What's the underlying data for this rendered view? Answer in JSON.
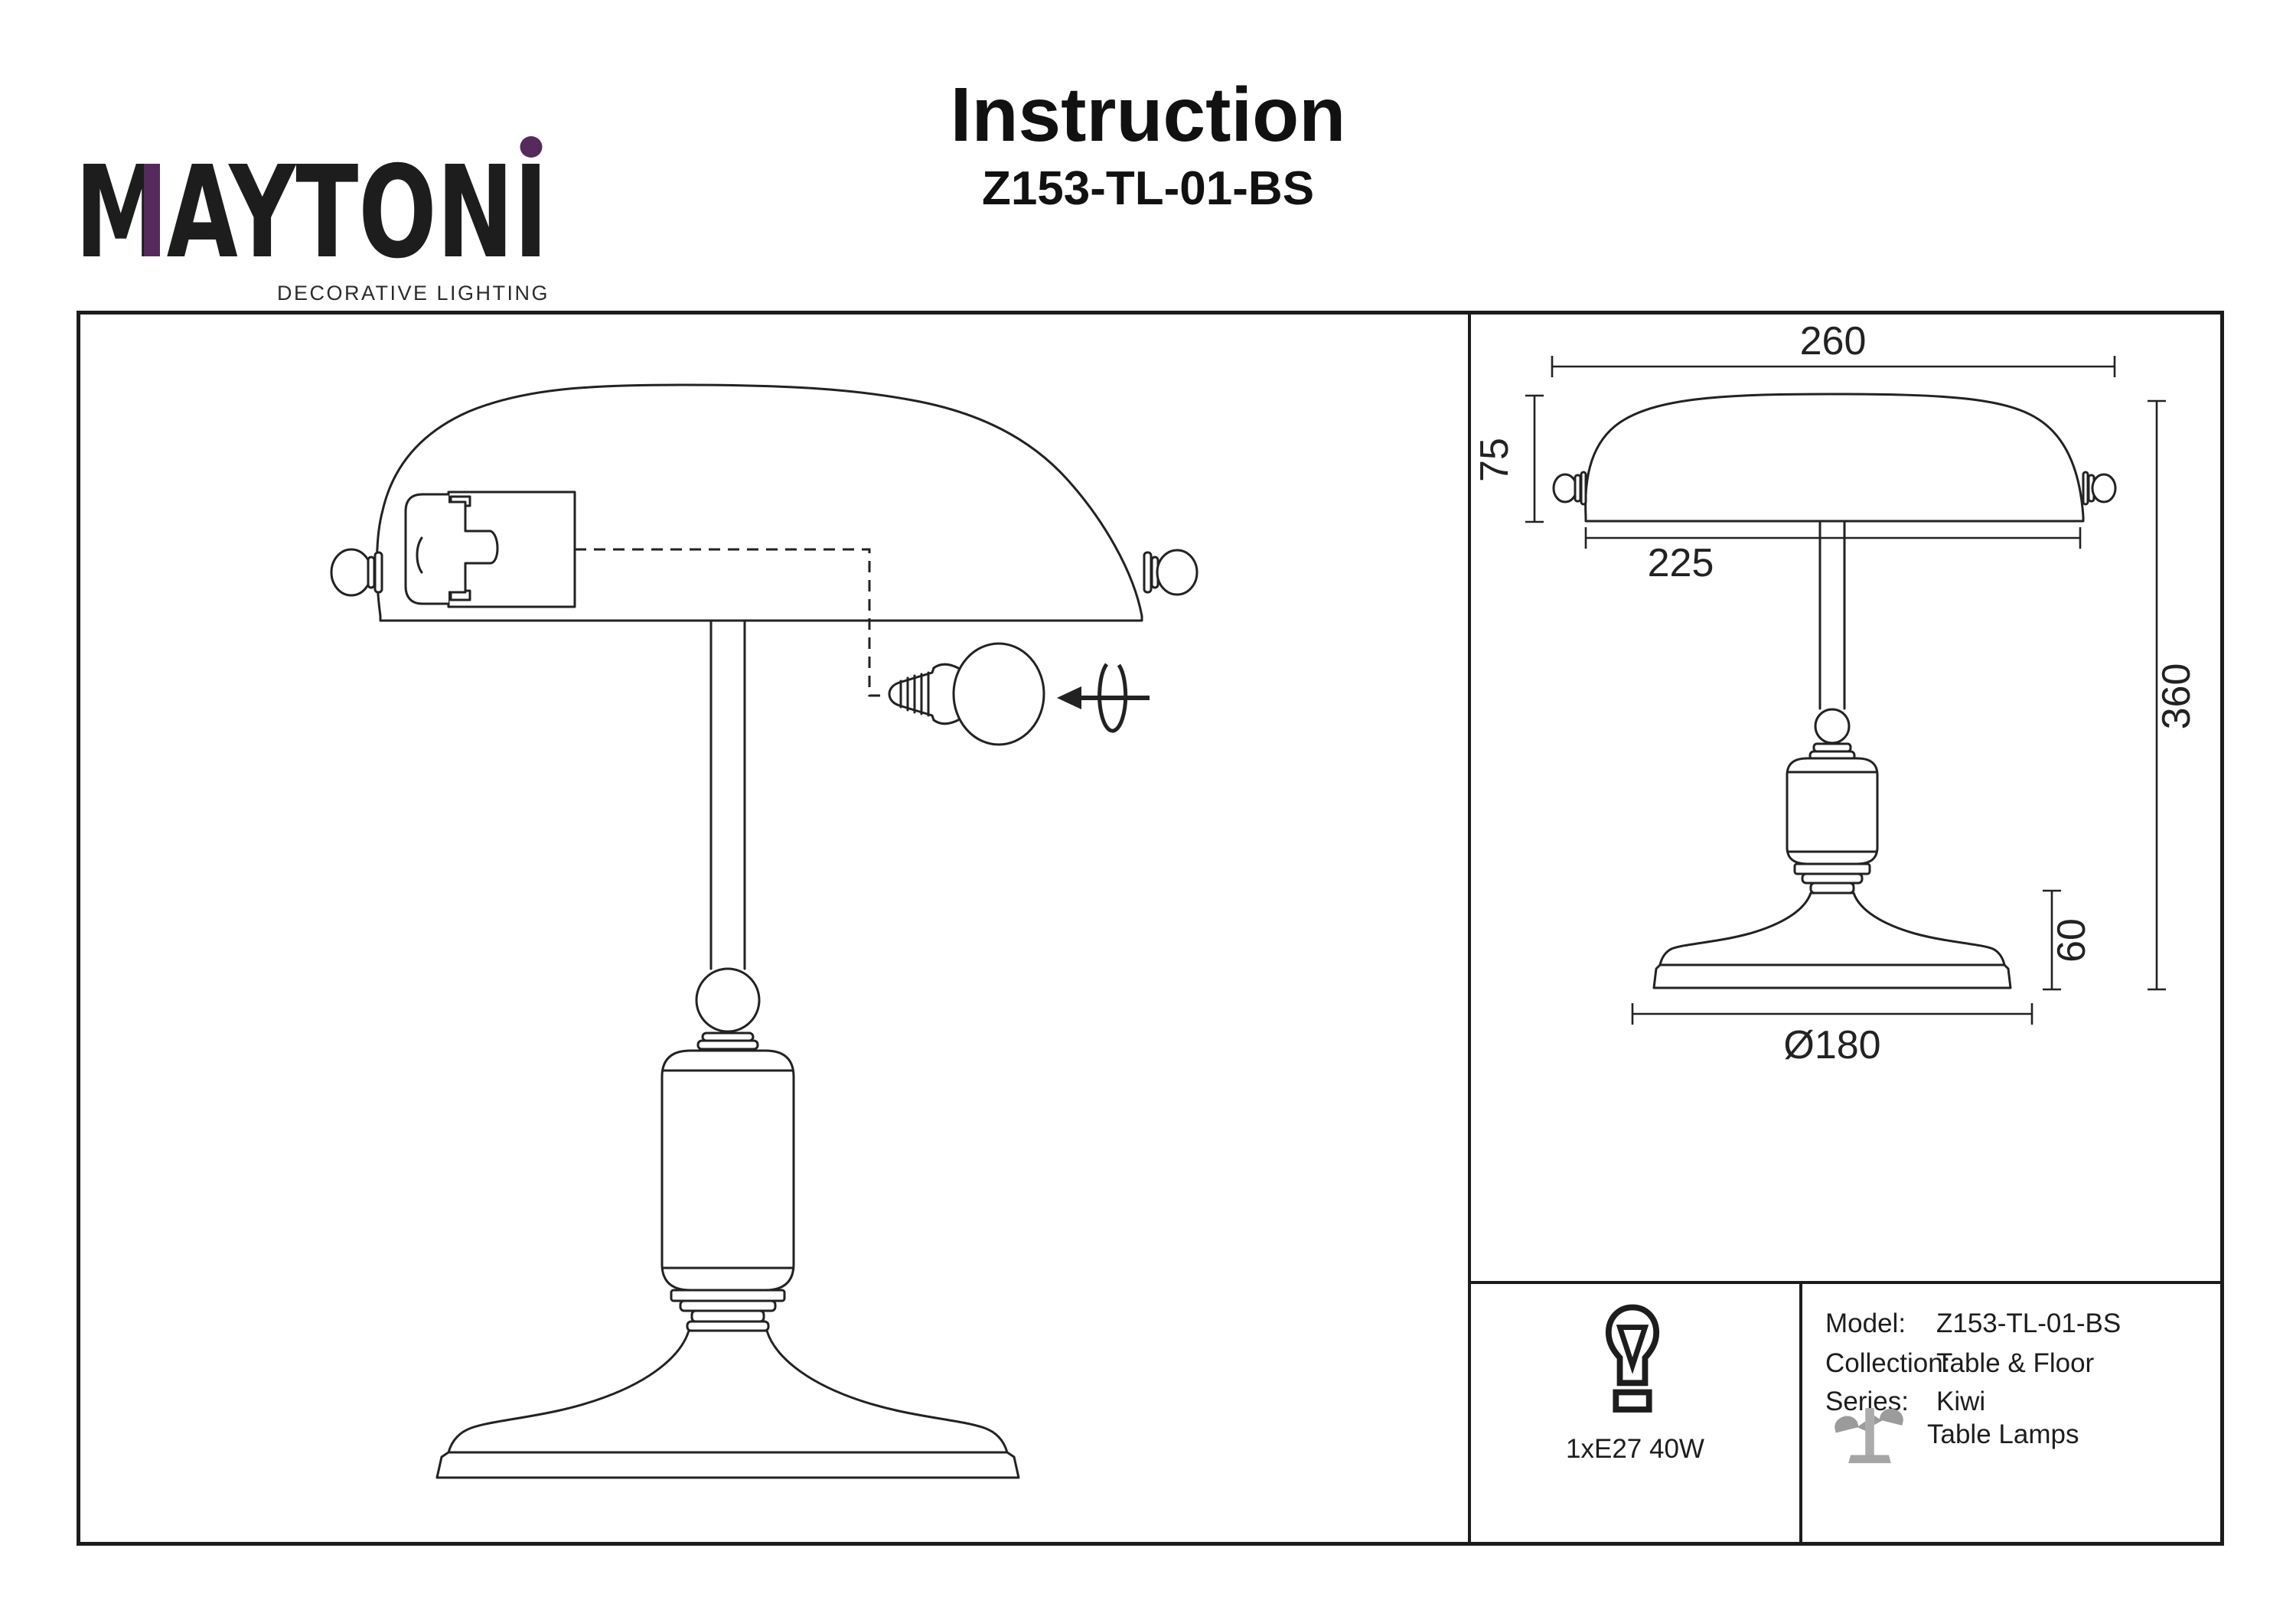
{
  "brand": {
    "logo": "MAYTONI",
    "tagline": "DECORATIVE LIGHTING"
  },
  "header": {
    "title": "Instruction",
    "model_code": "Z153-TL-01-BS"
  },
  "drawing": {
    "dims": {
      "shade_width": "260",
      "shade_height": "75",
      "shade_inner_width": "225",
      "total_height": "360",
      "base_height": "60",
      "base_diameter": "Ø180"
    }
  },
  "spec": {
    "bulb": "1xE27 40W"
  },
  "info": {
    "rows": [
      {
        "label": "Model:",
        "value": "Z153-TL-01-BS"
      },
      {
        "label": "Collection:",
        "value": "Table & Floor"
      },
      {
        "label": "Series:",
        "value": "Kiwi"
      },
      {
        "label": "",
        "value": "Table Lamps"
      }
    ]
  },
  "icons": {
    "bulb": "bulb-icon",
    "watermark": "table-lamp-icon",
    "rotation": "rotate-arrow-icon"
  },
  "colors": {
    "accent_purple": "#562a5c",
    "line": "#1d1d1d",
    "watermark_gray": "#9e9e9e"
  }
}
